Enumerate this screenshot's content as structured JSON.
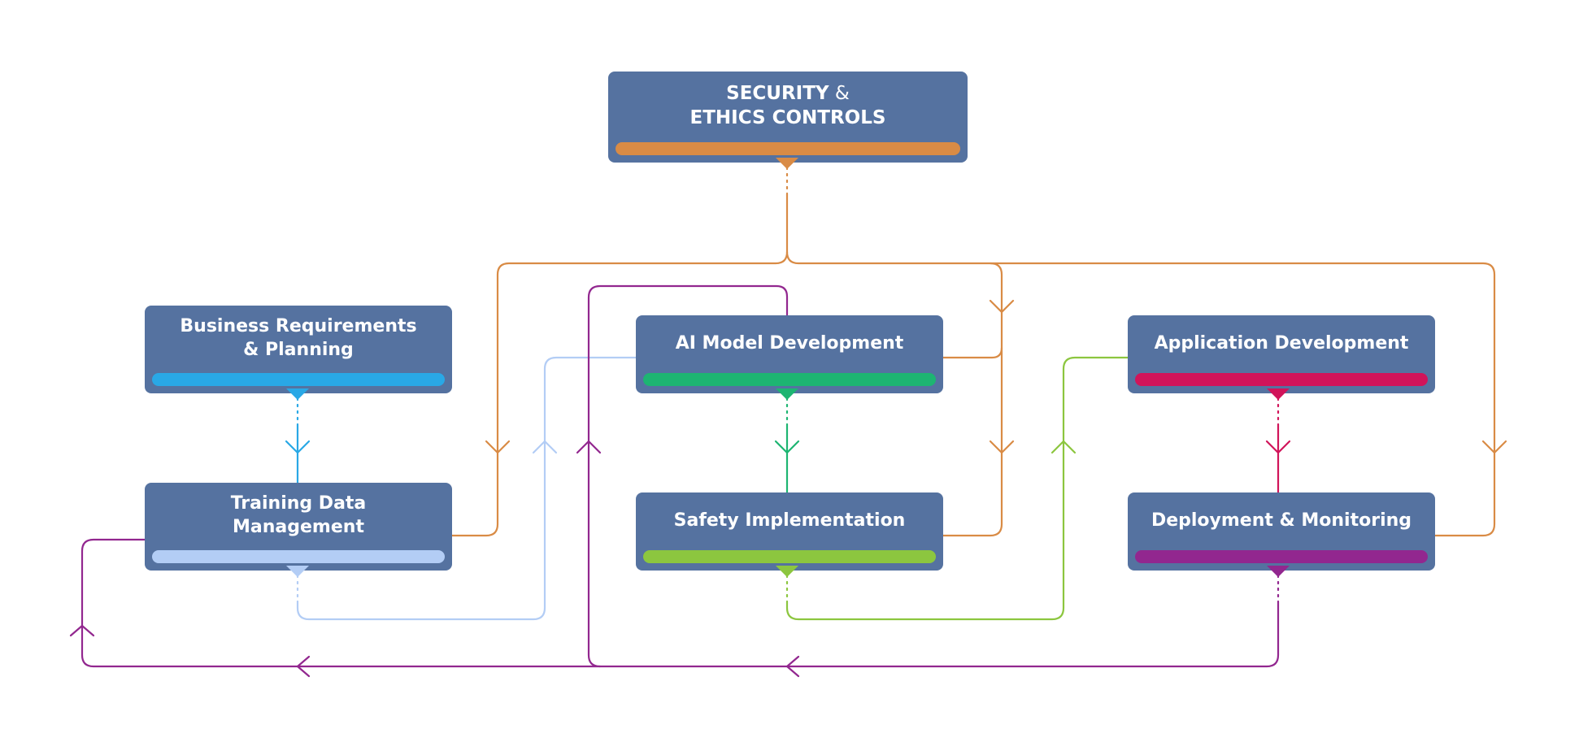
{
  "nodes": {
    "security": {
      "line1_strong": "SECURITY",
      "line1_amp": " &",
      "line2": "ETHICS CONTROLS",
      "color": "#d98b45"
    },
    "business": {
      "label": "Business Requirements\n& Planning",
      "color": "#29a8e6"
    },
    "training": {
      "label": "Training Data\nManagement",
      "color": "#b3cdf5"
    },
    "ai_model": {
      "label": "AI Model Development",
      "color": "#1db572"
    },
    "safety": {
      "label": "Safety Implementation",
      "color": "#8cc63f"
    },
    "application": {
      "label": "Application Development",
      "color": "#d1145a"
    },
    "deployment": {
      "label": "Deployment & Monitoring",
      "color": "#92278f"
    }
  },
  "colors": {
    "node_fill": "#5572a0",
    "node_text": "#ffffff",
    "security_line": "#d98b45",
    "feedback_line": "#92278f"
  }
}
